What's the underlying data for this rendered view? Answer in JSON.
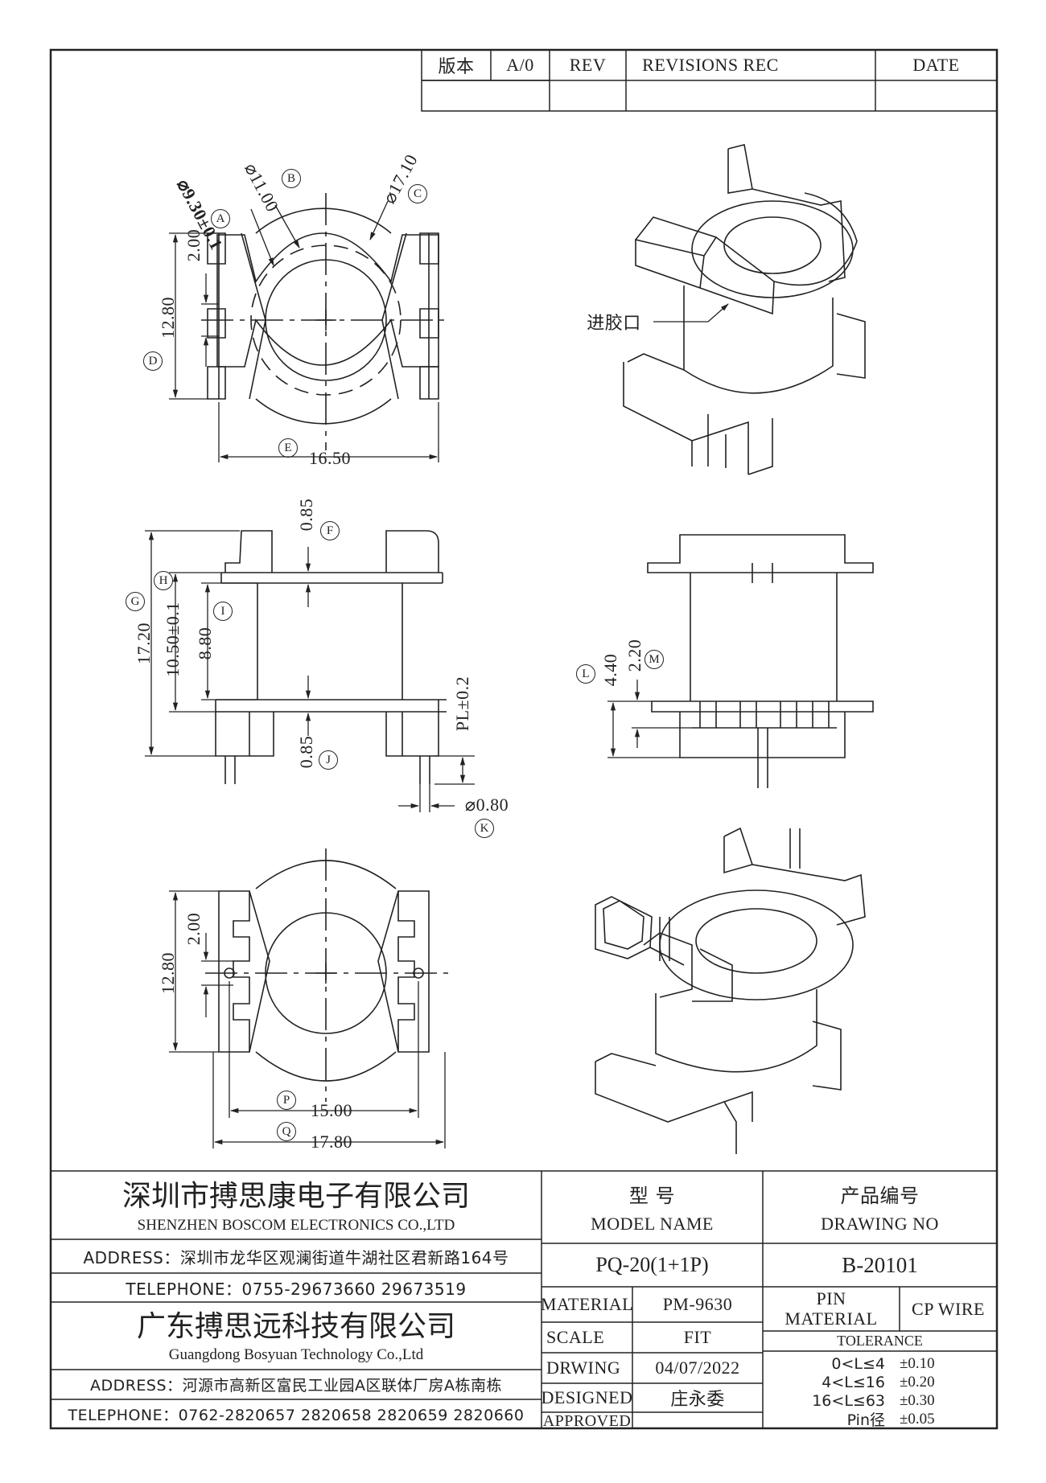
{
  "revision_block": {
    "version_label": "版本",
    "version_value": "A/0",
    "rev_header": "REV",
    "revisions_header": "REVISIONS REC",
    "date_header": "DATE"
  },
  "dimensions": {
    "phi_930": "⌀9.30±0.1",
    "phi_1100": "⌀11.00",
    "phi_1710": "⌀17.10",
    "d_200_top": "2.00",
    "d_1280_top": "12.80",
    "d_1650": "16.50",
    "d_085_top": "0.85",
    "d_1720": "17.20",
    "d_1050": "10.50±0.1",
    "d_880": "8.80",
    "d_085_bottom": "0.85",
    "d_pl": "PL±0.2",
    "d_phi080": "⌀0.80",
    "d_440": "4.40",
    "d_220": "2.20",
    "d_200_bottom": "2.00",
    "d_1280_bottom": "12.80",
    "d_1500": "15.00",
    "d_1780": "17.80"
  },
  "callouts": [
    "A",
    "B",
    "C",
    "D",
    "E",
    "F",
    "G",
    "H",
    "I",
    "J",
    "K",
    "L",
    "M",
    "P",
    "Q"
  ],
  "annotation_gate": "进胶口",
  "title_block": {
    "company1_cn": "深圳市搏思康电子有限公司",
    "company1_en": "SHENZHEN BOSCOM ELECTRONICS CO.,LTD",
    "address1": "ADDRESS：深圳市龙华区观澜街道牛湖社区君新路164号",
    "telephone1": "TELEPHONE：0755-29673660 29673519",
    "company2_cn": "广东搏思远科技有限公司",
    "company2_en": "Guangdong Bosyuan Technology Co.,Ltd",
    "address2": "ADDRESS：河源市高新区富民工业园A区联体厂房A栋南栋",
    "telephone2": "TELEPHONE：0762-2820657 2820658 2820659 2820660",
    "model_label_cn": "型    号",
    "model_label_en": "MODEL NAME",
    "model_value": "PQ-20(1+1P)",
    "drawing_label_cn": "产品编号",
    "drawing_label_en": "DRAWING NO",
    "drawing_value": "B-20101",
    "material_label": "MATERIAL",
    "material_value": "PM-9630",
    "scale_label": "SCALE",
    "scale_value": "FIT",
    "drwing_label": "DRWING",
    "drwing_value": "04/07/2022",
    "designed_label": "DESIGNED",
    "designed_value": "庄永委",
    "approved_label": "APPROVED",
    "approved_value": "",
    "pin_material_label_1": "PIN",
    "pin_material_label_2": "MATERIAL",
    "pin_material_value": "CP WIRE",
    "tolerance_label": "TOLERANCE",
    "tolerance_rows": [
      {
        "range": "0<L≤4",
        "value": "±0.10"
      },
      {
        "range": "4<L≤16",
        "value": "±0.20"
      },
      {
        "range": "16<L≤63",
        "value": "±0.30"
      },
      {
        "range": "Pin径",
        "value": "±0.05"
      }
    ]
  }
}
